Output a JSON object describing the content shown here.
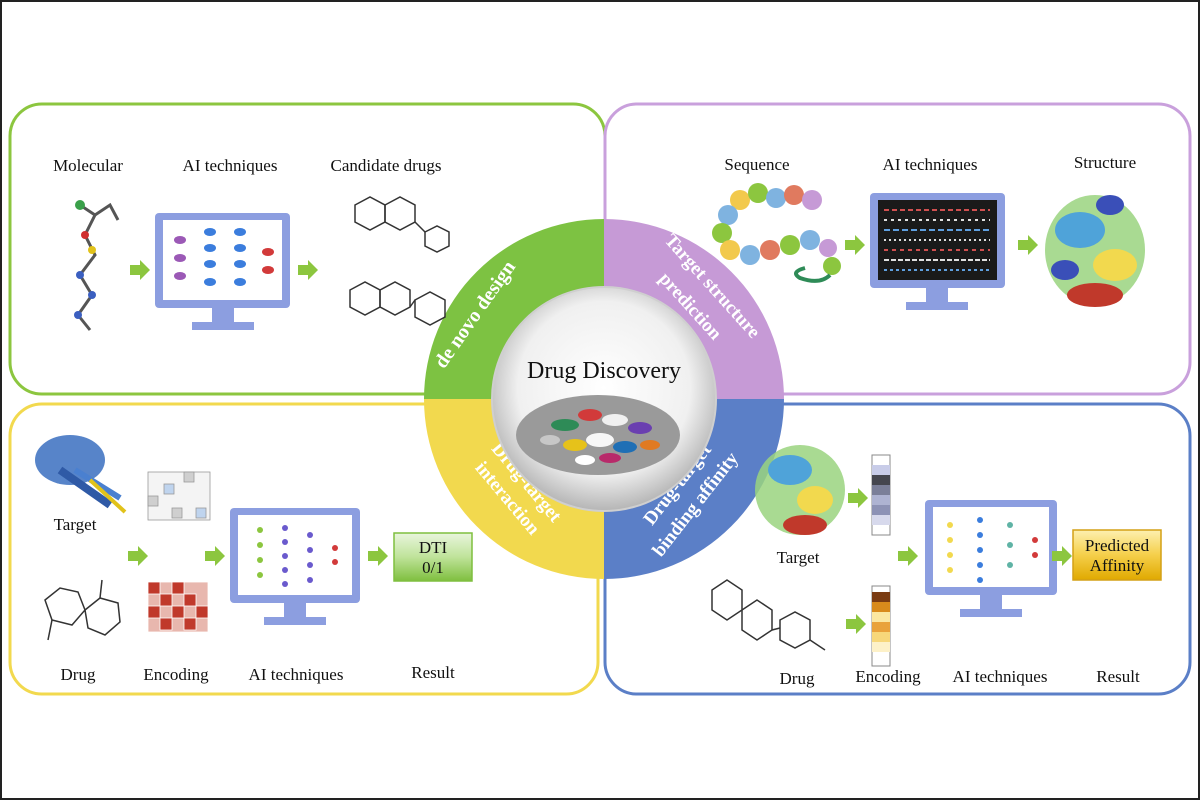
{
  "center": {
    "title": "Drug Discovery"
  },
  "quadrants": {
    "de_novo": {
      "banner": "de novo design",
      "color": "#7dc242",
      "labels": {
        "molecular": "Molecular",
        "ai": "AI techniques",
        "candidates": "Candidate drugs"
      }
    },
    "target_structure": {
      "banner_line1": "Target structure",
      "banner_line2": "prediction",
      "color": "#c69ad6",
      "labels": {
        "sequence": "Sequence",
        "ai": "AI techniques",
        "structure": "Structure"
      }
    },
    "dti": {
      "banner_line1": "Drug-target",
      "banner_line2": "interaction",
      "color": "#f2d94e",
      "labels": {
        "target": "Target",
        "drug": "Drug",
        "encoding": "Encoding",
        "ai": "AI techniques",
        "result": "Result"
      },
      "result_box": {
        "line1": "DTI",
        "line2": "0/1"
      }
    },
    "binding": {
      "banner_line1": "Drug-target",
      "banner_line2": "binding affinity",
      "color": "#5b7fc7",
      "labels": {
        "target": "Target",
        "drug": "Drug",
        "encoding": "Encoding",
        "ai": "AI techniques",
        "result": "Result"
      },
      "result_box": {
        "line1": "Predicted",
        "line2": "Affinity"
      }
    }
  },
  "colors": {
    "monitor": "#8c9ee0",
    "arrow": "#8cc63f",
    "frame": "#222222"
  }
}
